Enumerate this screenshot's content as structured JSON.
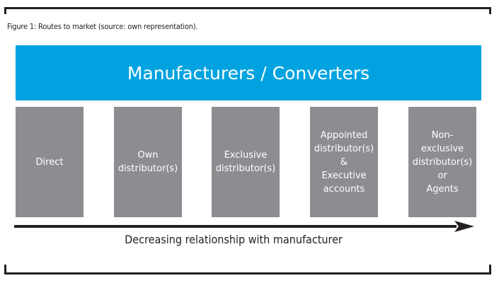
{
  "caption": "Figure 1: Routes to market (source: own representation).",
  "banner": {
    "title": "Manufacturers / Converters"
  },
  "channels": [
    {
      "label": "Direct"
    },
    {
      "label": "Own\ndistributor(s)"
    },
    {
      "label": "Exclusive\ndistributor(s)"
    },
    {
      "label": "Appointed\ndistributor(s)\n&\nExecutive\naccounts"
    },
    {
      "label": "Non-\nexclusive\ndistributor(s)\nor\nAgents"
    }
  ],
  "arrow": {
    "label": "Decreasing relationship with manufacturer"
  },
  "colors": {
    "banner": "#00a3e0",
    "channel": "#8c8d90",
    "ink": "#231f20"
  }
}
